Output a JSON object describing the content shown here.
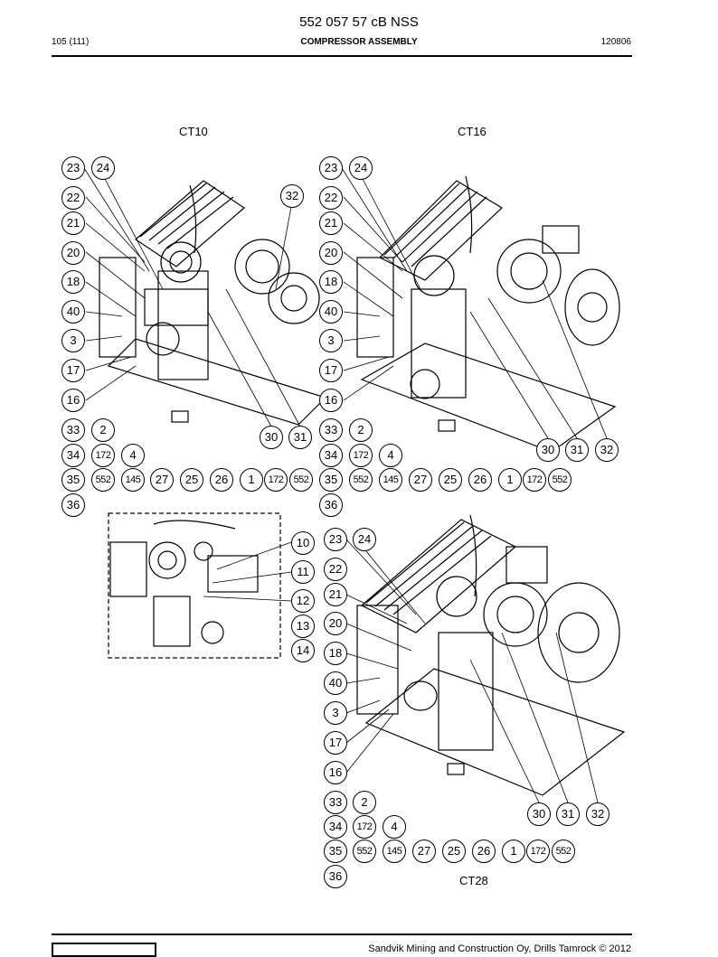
{
  "header": {
    "doc_number": "552 057 57 cB NSS",
    "page": "105 (111)",
    "section_title": "COMPRESSOR ASSEMBLY",
    "date_code": "120806"
  },
  "diagrams": {
    "ct10": {
      "model": "CT10",
      "callouts": [
        "23",
        "24",
        "32",
        "22",
        "21",
        "20",
        "18",
        "40",
        "3",
        "17",
        "16",
        "33",
        "2",
        "30",
        "31",
        "34",
        "172",
        "4",
        "35",
        "552",
        "145",
        "27",
        "25",
        "26",
        "1",
        "172",
        "552",
        "36"
      ]
    },
    "ct16": {
      "model": "CT16",
      "callouts": [
        "23",
        "24",
        "22",
        "21",
        "20",
        "18",
        "40",
        "3",
        "17",
        "16",
        "33",
        "2",
        "30",
        "31",
        "32",
        "34",
        "172",
        "4",
        "35",
        "552",
        "145",
        "27",
        "25",
        "26",
        "1",
        "172",
        "552",
        "36"
      ]
    },
    "detail": {
      "callouts": [
        "10",
        "11",
        "12",
        "13",
        "14"
      ]
    },
    "ct28": {
      "model": "CT28",
      "callouts": [
        "23",
        "24",
        "22",
        "21",
        "20",
        "18",
        "40",
        "3",
        "17",
        "16",
        "33",
        "2",
        "30",
        "31",
        "32",
        "34",
        "172",
        "4",
        "35",
        "552",
        "145",
        "27",
        "25",
        "26",
        "1",
        "172",
        "552",
        "36"
      ]
    }
  },
  "footer": {
    "copyright": "Sandvik Mining and Construction Oy, Drills Tamrock © 2012"
  }
}
